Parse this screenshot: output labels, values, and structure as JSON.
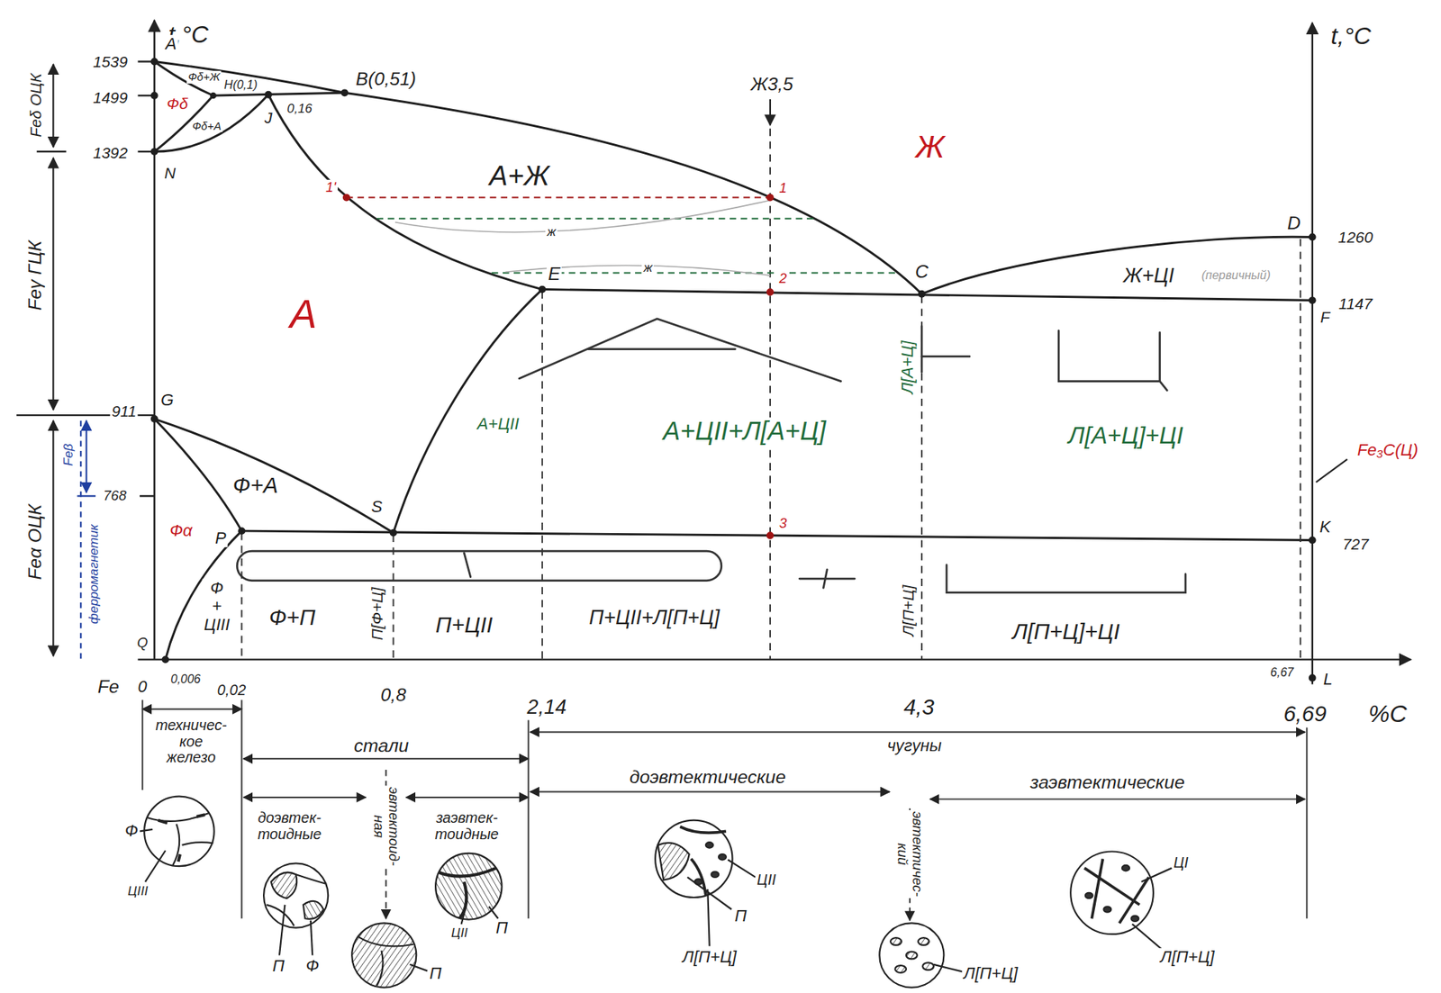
{
  "diagram": {
    "labels": [
      "t,°C",
      "t,°C",
      "1539",
      "1499",
      "1392",
      "911",
      "768",
      "1260",
      "1147",
      "727",
      "A",
      "Фδ+Ж",
      "H(0,1)",
      "Фδ",
      "Фδ+А",
      "J",
      "0,16",
      "B(0,51)",
      "N",
      "Ж3,5",
      "Ж",
      "1'",
      "A+Ж",
      "1",
      "ж",
      "ж",
      "D",
      "C",
      "E",
      "2",
      "Ж+ЦI",
      "(первичный)",
      "F",
      "А",
      "Feγ ГЦК",
      "Feδ ОЦК",
      "Feα ОЦК",
      "G",
      "A+ЦII",
      "A+ЦII+Л[A+Ц]",
      "Л[A+Ц]",
      "Л[A+Ц]+ЦI",
      "Fe₃C(Ц)",
      "Feβ",
      "ферромагнетик",
      "Ф+A",
      "S",
      "Фα",
      "P",
      "3",
      "K",
      "Ф + ЦIII",
      "Ф+П",
      "П[Ф+Ц]",
      "П+ЦII",
      "П+ЦII+Л[П+Ц]",
      "Л[П+Ц]",
      "Л[П+Ц]+ЦI",
      "Q",
      "6,67",
      "L",
      "Fe",
      "0",
      "0,006",
      "0,02",
      "0,8",
      "2,14",
      "4,3",
      "6,69",
      "%C",
      "техничес- кое железо",
      "стали",
      "чугуны",
      "доэвтектические",
      "эвтектичес- кий",
      "заэвтектические",
      "доэвтек- тоидные",
      "эвтектоид- ная",
      "заэвтек- тоидные",
      "Ф",
      "ЦIII",
      "П",
      "Ф",
      "П",
      "ЦII",
      "П",
      "ЦII",
      "П",
      "Л[П+Ц]",
      "Л[П+Ц]",
      "ЦI",
      "Л[П+Ц]"
    ]
  }
}
